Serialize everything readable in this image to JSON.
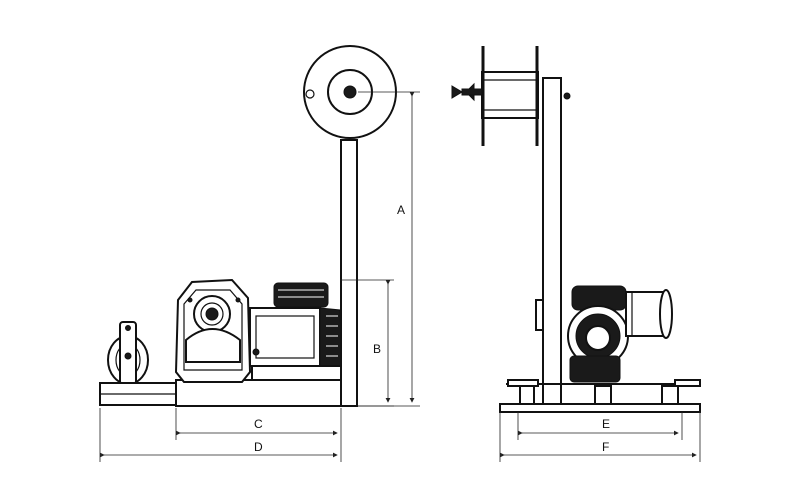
{
  "diagram": {
    "dimension_labels": {
      "a": "A",
      "b": "B",
      "c": "C",
      "d": "D",
      "e": "E",
      "f": "F"
    }
  }
}
